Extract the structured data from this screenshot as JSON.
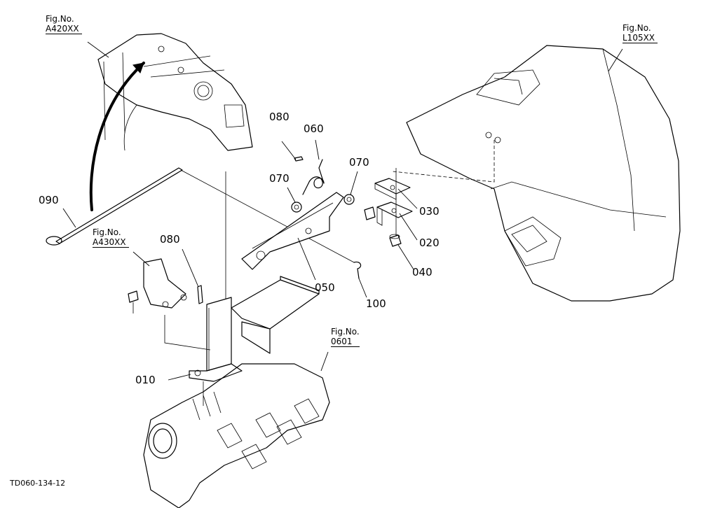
{
  "figure_refs": {
    "a420": {
      "title": "Fig.No.",
      "number": "A420XX"
    },
    "l105": {
      "title": "Fig.No.",
      "number": "L105XX"
    },
    "a430": {
      "title": "Fig.No.",
      "number": "A430XX"
    },
    "f0601": {
      "title": "Fig.No.",
      "number": "0601"
    }
  },
  "callouts": {
    "p010": "010",
    "p020": "020",
    "p030": "030",
    "p040": "040",
    "p050": "050",
    "p060": "060",
    "p070_left": "070",
    "p070_right": "070",
    "p080_top": "080",
    "p080_left": "080",
    "p090": "090",
    "p100": "100"
  },
  "drawing_id": "TD060-134-12"
}
